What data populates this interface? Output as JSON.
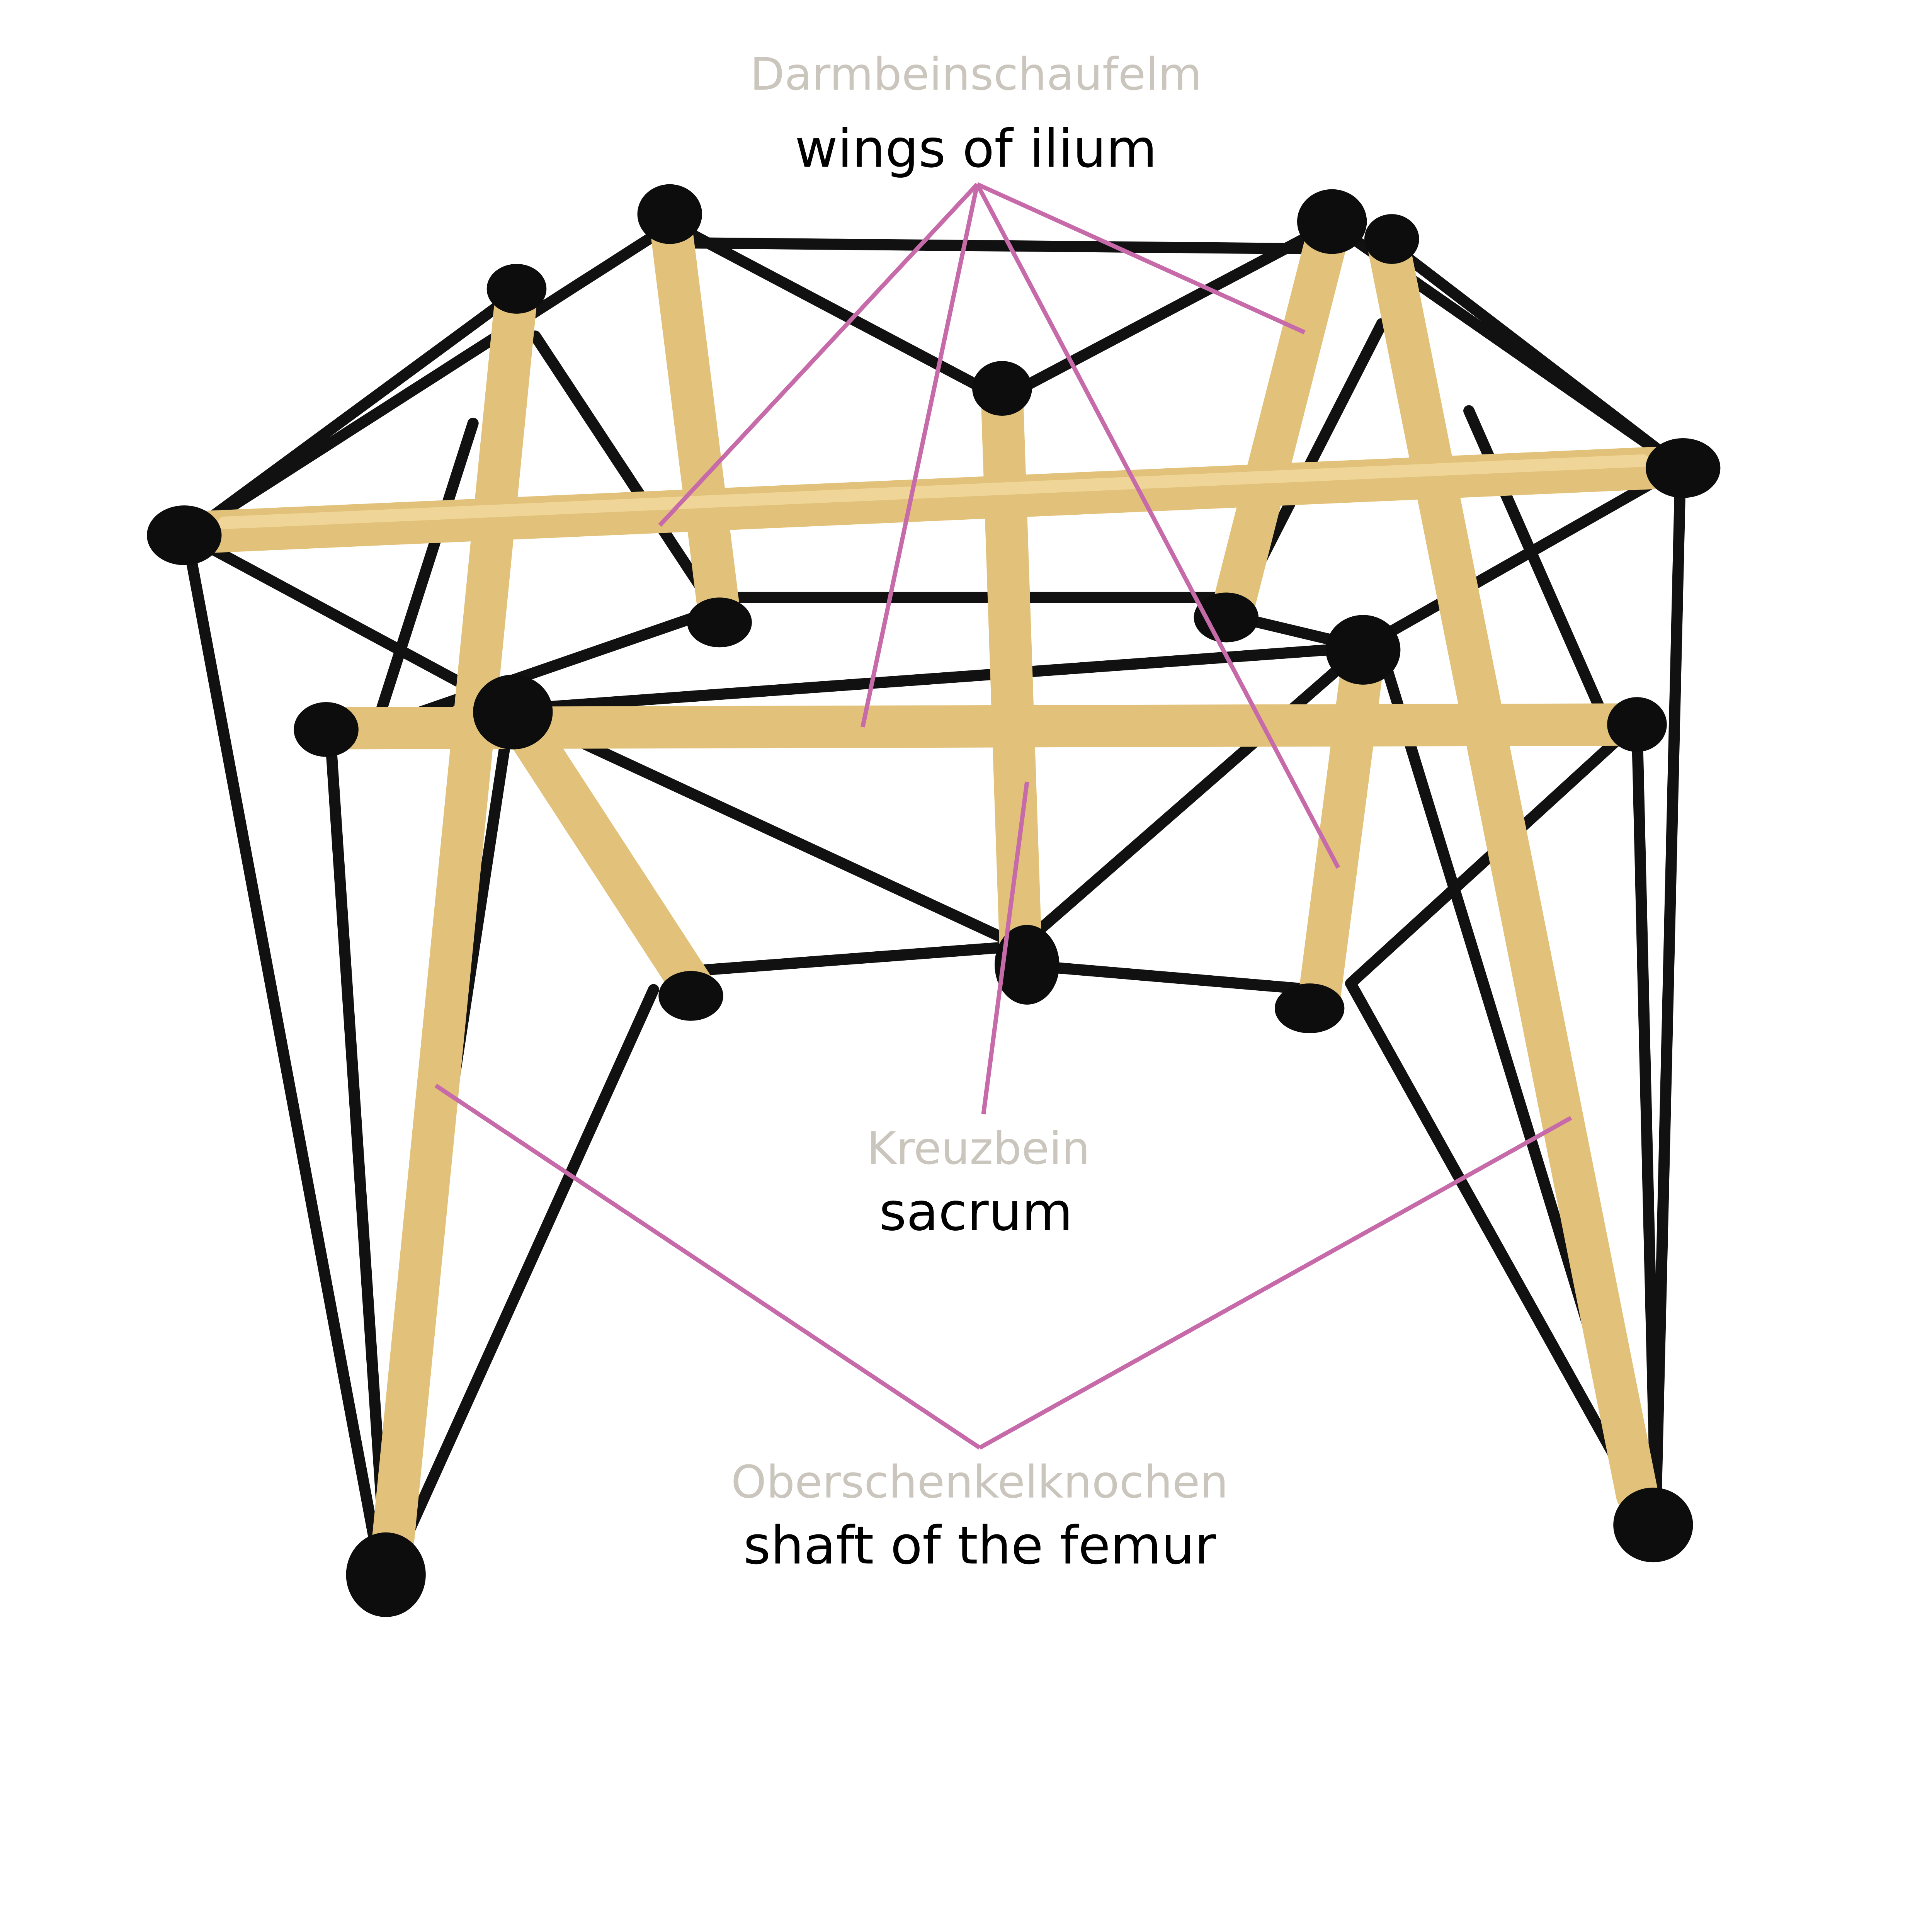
{
  "labels": {
    "ilium": {
      "german": "Darmbeinschaufelm",
      "english": "wings of ilium"
    },
    "sacrum": {
      "german": "Kreuzbein",
      "english": "sacrum"
    },
    "femur": {
      "german": "Oberschenkelknochen",
      "english": "shaft of the femur"
    }
  },
  "colors": {
    "leader_lines": "#c76aa9",
    "german_text": "#cbc6bd",
    "english_text": "#000000",
    "dowels": "#e2c27a",
    "cables_caps": "#111111"
  }
}
